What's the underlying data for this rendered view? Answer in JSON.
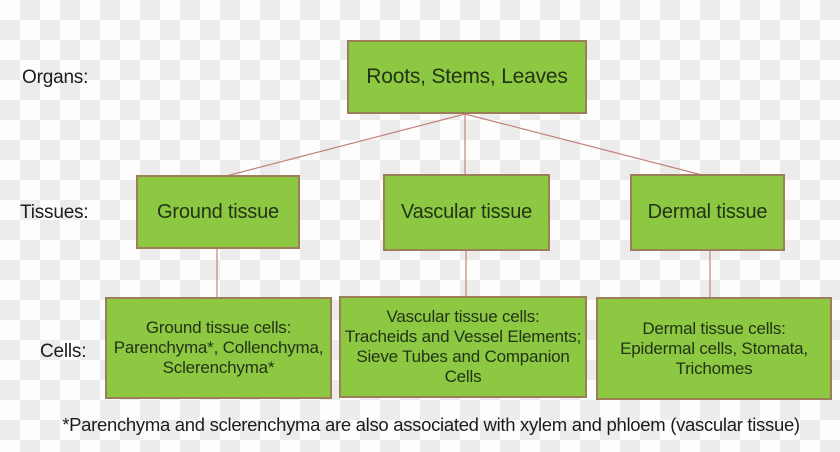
{
  "diagram": {
    "row_labels": {
      "organs": "Organs:",
      "tissues": "Tissues:",
      "cells": "Cells:"
    },
    "organ_box": "Roots, Stems, Leaves",
    "tissue_boxes": {
      "ground": "Ground tissue",
      "vascular": "Vascular tissue",
      "dermal": "Dermal tissue"
    },
    "cell_boxes": {
      "ground": {
        "line1": "Ground tissue cells:",
        "line2": "Parenchyma*, Collenchyma,",
        "line3": "Sclerenchyma*"
      },
      "vascular": {
        "line1": "Vascular tissue cells:",
        "line2": "Tracheids and Vessel Elements;",
        "line3": "Sieve Tubes and Companion Cells"
      },
      "dermal": {
        "line1": "Dermal tissue cells:",
        "line2": "Epidermal cells, Stomata,",
        "line3": "Trichomes"
      }
    },
    "footnote": "*Parenchyma and sclerenchyma are also associated with xylem and phloem (vascular tissue)",
    "colors": {
      "box_fill": "#8cc841",
      "box_border": "#9c7f58",
      "box_text": "#233318",
      "label_text": "#1c1c1c",
      "connector": "#c28379",
      "checker_light": "#fdfdfd",
      "checker_gray": "#ececec"
    }
  }
}
